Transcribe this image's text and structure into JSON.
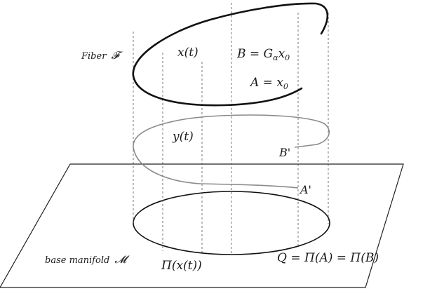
{
  "labels": {
    "fiber_prefix": "Fiber",
    "fiber_symbol": "𝓕",
    "x_t": "x(t)",
    "B_eq": "B = G",
    "B_alpha": "α",
    "B_x": "x",
    "B_sub0": "0",
    "A_eq": "A = x",
    "A_sub0": "0",
    "y_t": "y(t)",
    "B_prime": "B'",
    "A_prime": "A'",
    "base_prefix": "base manifold",
    "base_symbol": "𝓜",
    "pi_x_t": "Π(x(t))",
    "Q_eq": "Q = Π(A) = Π(B)"
  },
  "colors": {
    "upper_curve": "#111111",
    "middle_curve": "#8a8a8a",
    "plane": "#222222",
    "base_ellipse": "#111111",
    "guides": "#555555"
  }
}
